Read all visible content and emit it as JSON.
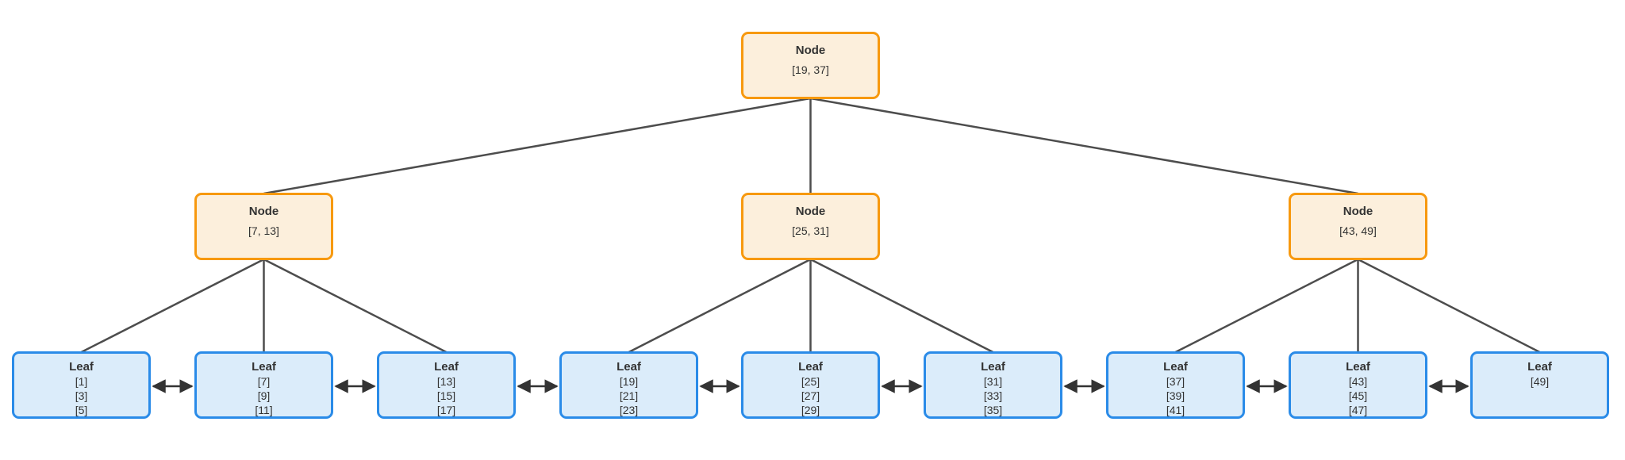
{
  "colors": {
    "background": "#FFFFFF",
    "internal_fill": "#FCEFDC",
    "internal_stroke": "#F7990F",
    "leaf_fill": "#DBECFA",
    "leaf_stroke": "#2A8BE8",
    "edge": "#4D4D4D",
    "arrow": "#333333",
    "text": "#333333"
  },
  "tree": {
    "root": {
      "label": "Node",
      "keys": "[19, 37]"
    },
    "internal_nodes": [
      {
        "label": "Node",
        "keys": "[7, 13]"
      },
      {
        "label": "Node",
        "keys": "[25, 31]"
      },
      {
        "label": "Node",
        "keys": "[43, 49]"
      }
    ],
    "leaves": [
      {
        "label": "Leaf",
        "values": [
          "[1]",
          "[3]",
          "[5]"
        ]
      },
      {
        "label": "Leaf",
        "values": [
          "[7]",
          "[9]",
          "[11]"
        ]
      },
      {
        "label": "Leaf",
        "values": [
          "[13]",
          "[15]",
          "[17]"
        ]
      },
      {
        "label": "Leaf",
        "values": [
          "[19]",
          "[21]",
          "[23]"
        ]
      },
      {
        "label": "Leaf",
        "values": [
          "[25]",
          "[27]",
          "[29]"
        ]
      },
      {
        "label": "Leaf",
        "values": [
          "[31]",
          "[33]",
          "[35]"
        ]
      },
      {
        "label": "Leaf",
        "values": [
          "[37]",
          "[39]",
          "[41]"
        ]
      },
      {
        "label": "Leaf",
        "values": [
          "[43]",
          "[45]",
          "[47]"
        ]
      },
      {
        "label": "Leaf",
        "values": [
          "[49]"
        ]
      }
    ]
  }
}
